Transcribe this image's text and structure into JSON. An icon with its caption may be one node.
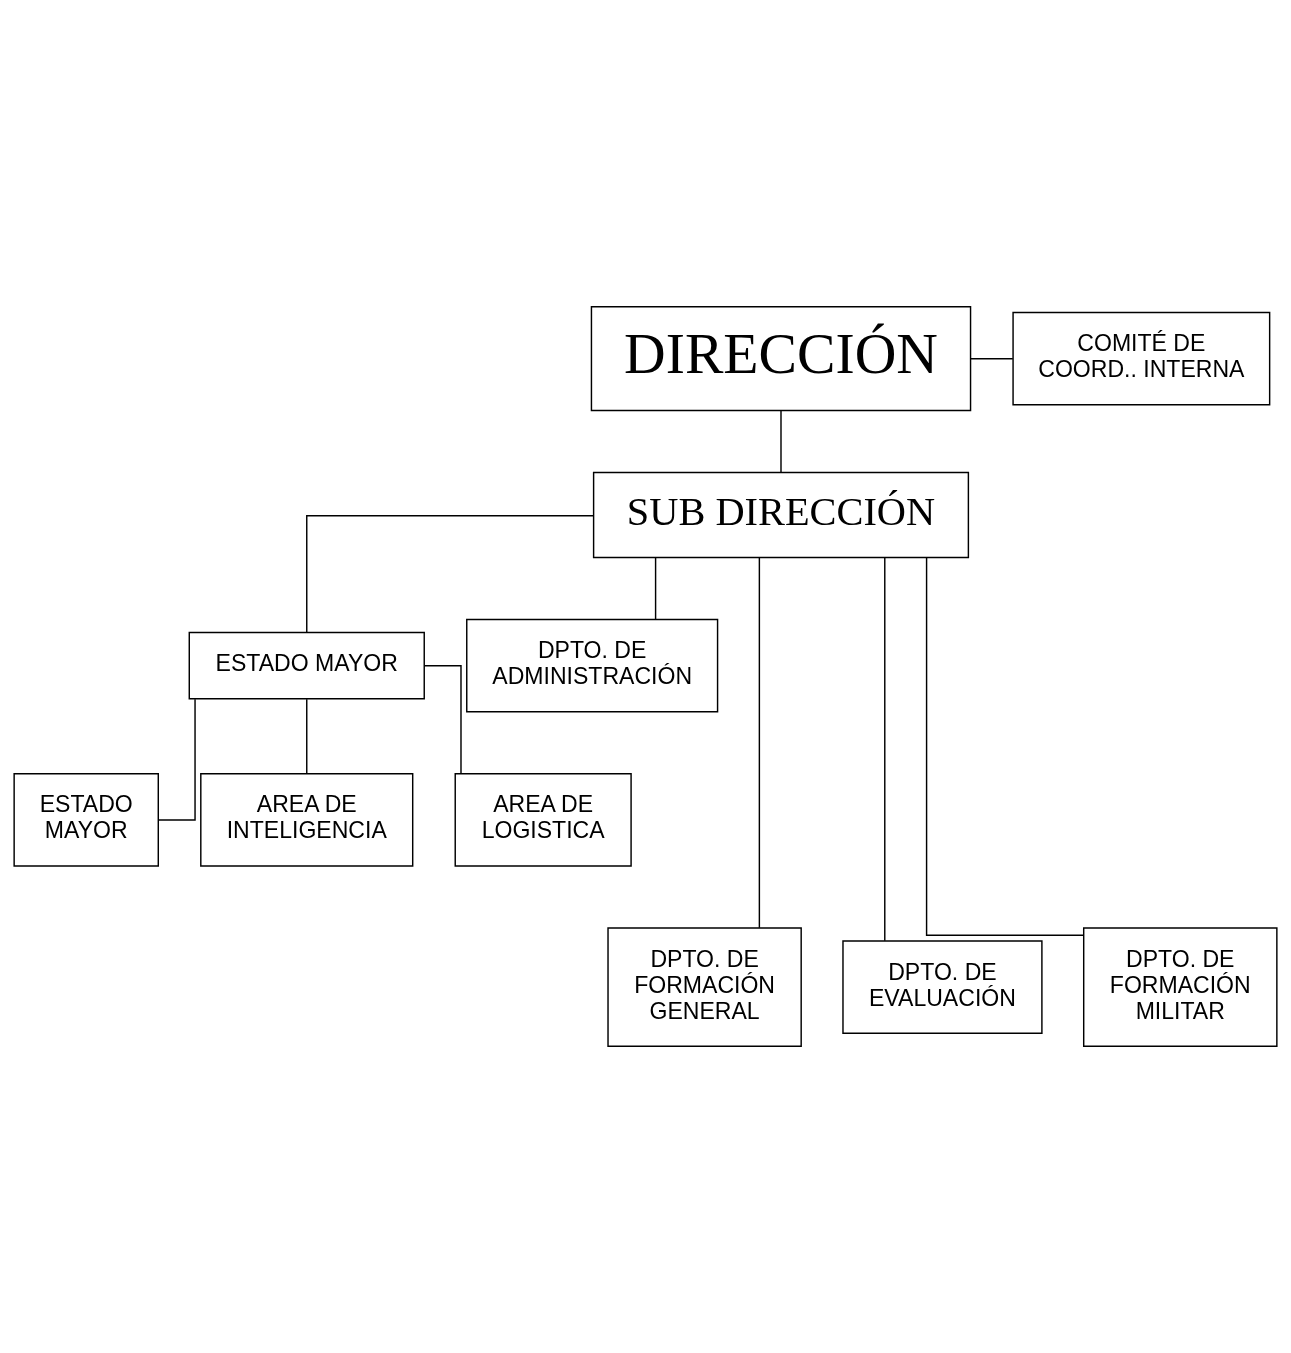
{
  "diagram": {
    "nodes": [
      {
        "text": [
          "DIRECCIÓN"
        ]
      },
      {
        "text": [
          "COMITÉ DE COORD.. INTERNA"
        ]
      },
      {
        "text": [
          "SUB DIRECCIÓN"
        ]
      },
      {
        "text": [
          "ESTADO MAYOR"
        ]
      },
      {
        "text": [
          "DPTO. DE ADMINISTRACIÓN"
        ]
      },
      {
        "text": [
          "ESTADO MAYOR"
        ]
      },
      {
        "text": [
          "AREA DE INTELIGENCIA"
        ]
      },
      {
        "text": [
          "AREA DE LOGISTICA"
        ]
      },
      {
        "text": [
          "DPTO. DE FORMACIÓN GENERAL"
        ]
      },
      {
        "text": [
          "DPTO. DE EVALUACIÓN"
        ]
      },
      {
        "text": [
          "DPTO. DE FORMACIÓN MILITAR"
        ]
      }
    ],
    "edges": [
      {
        "from": 0,
        "to": 2,
        "arrow": "none"
      },
      {
        "from": 0,
        "to": 1,
        "arrow": "none"
      },
      {
        "from": 2,
        "to": 3,
        "arrow": "none"
      },
      {
        "from": 2,
        "to": 4,
        "arrow": "none"
      },
      {
        "from": 2,
        "to": 8,
        "arrow": "none"
      },
      {
        "from": 2,
        "to": 9,
        "arrow": "none"
      },
      {
        "from": 2,
        "to": 10,
        "arrow": "none"
      },
      {
        "from": 3,
        "to": 5,
        "arrow": "none"
      },
      {
        "from": 3,
        "to": 6,
        "arrow": "none"
      },
      {
        "from": 3,
        "to": 7,
        "arrow": "none"
      }
    ]
  }
}
